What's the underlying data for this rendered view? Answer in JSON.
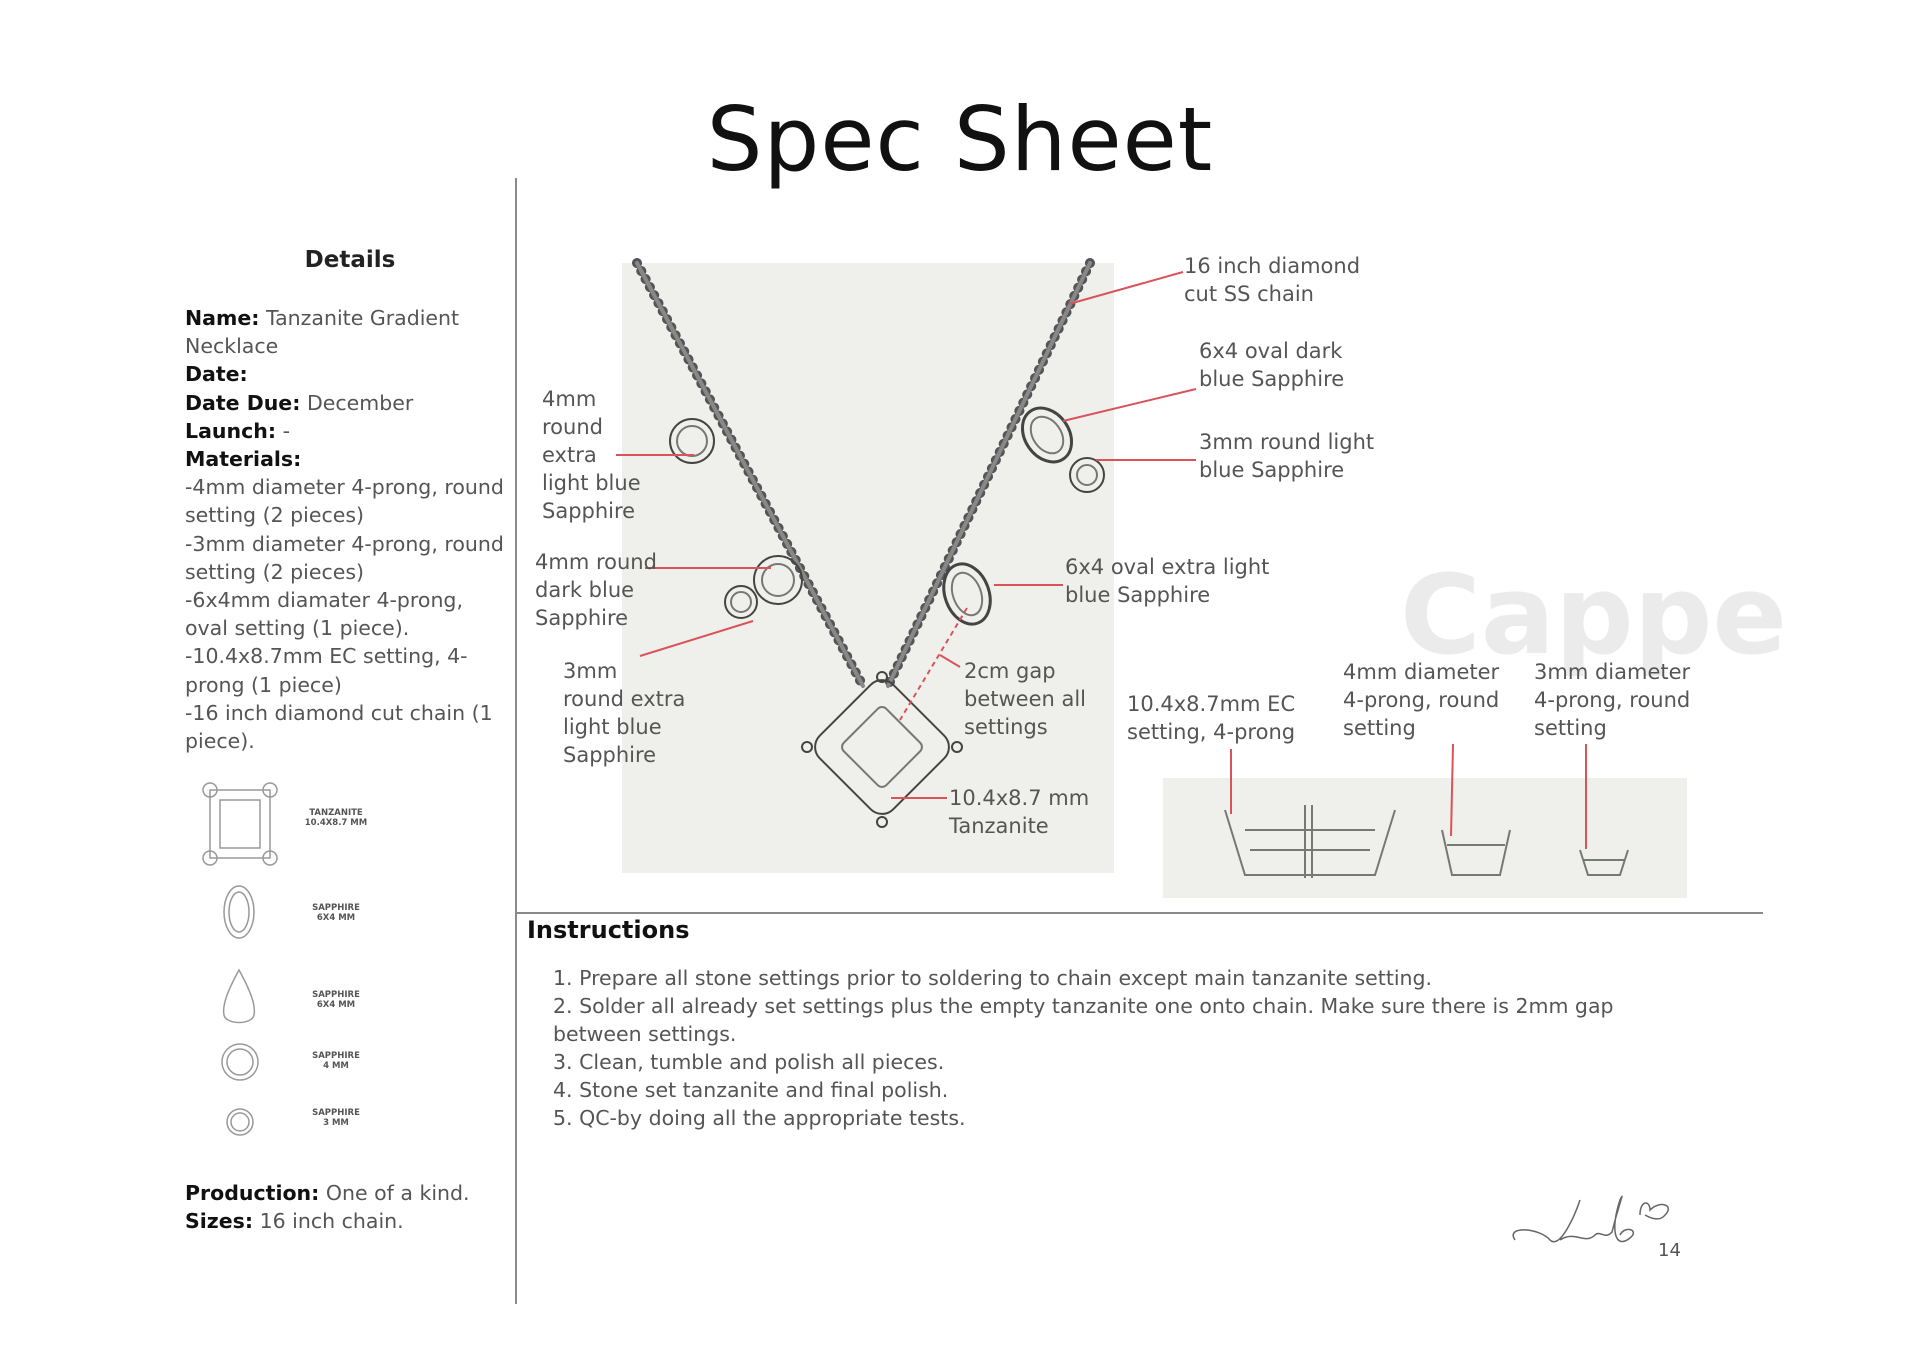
{
  "title": "Spec Sheet",
  "details": {
    "heading": "Details",
    "name_label": "Name:",
    "name_value": "Tanzanite Gradient Necklace",
    "date_label": "Date:",
    "date_value": "",
    "date_due_label": "Date Due:",
    "date_due_value": "December",
    "launch_label": "Launch:",
    "launch_value": "-",
    "materials_label": "Materials:",
    "materials": [
      "-4mm diameter 4-prong, round setting (2 pieces)",
      "-3mm diameter 4-prong, round setting (2 pieces)",
      "-6x4mm diamater 4-prong, oval setting (1 piece).",
      "-10.4x8.7mm EC setting, 4-prong (1 piece)",
      "-16 inch diamond cut chain (1 piece)."
    ],
    "stone_legend": [
      {
        "name": "TANZANITE",
        "size": "10.4X8.7 MM"
      },
      {
        "name": "SAPPHIRE",
        "size": "6X4 MM"
      },
      {
        "name": "SAPPHIRE",
        "size": "6X4 MM"
      },
      {
        "name": "SAPPHIRE",
        "size": "4 MM"
      },
      {
        "name": "SAPPHIRE",
        "size": "3 MM"
      }
    ],
    "production_label": "Production:",
    "production_value": "One of a kind.",
    "sizes_label": "Sizes:",
    "sizes_value": "16 inch chain."
  },
  "callouts": {
    "chain": "16 inch diamond\ncut SS chain",
    "oval_dark": "6x4 oval dark\nblue Sapphire",
    "round3_light": "3mm round light\nblue Sapphire",
    "oval_extra_light": "6x4 oval extra light\nblue Sapphire",
    "round4_extra_light": "4mm\nround\nextra\nlight blue\nSapphire",
    "round4_dark": "4mm round\ndark blue\nSapphire",
    "round3_extra_light": "3mm\nround extra\nlight blue\nSapphire",
    "gap": "2cm gap\nbetween all\nsettings",
    "tanzanite": "10.4x8.7 mm\nTanzanite",
    "ec_setting": "10.4x8.7mm EC\nsetting, 4-prong",
    "setting_4mm": "4mm diameter\n4-prong, round\nsetting",
    "setting_3mm": "3mm diameter\n4-prong, round\nsetting"
  },
  "instructions": {
    "heading": "Instructions",
    "steps": [
      "1. Prepare all stone settings prior to soldering to chain except main tanzanite setting.",
      "2. Solder all already set settings plus the empty tanzanite one onto chain. Make sure there is 2mm gap between settings.",
      "3. Clean, tumble and polish all pieces.",
      "4. Stone set tanzanite and final polish.",
      "5. QC-by doing all the appropriate tests."
    ]
  },
  "watermark": "Cappe",
  "signature": "LaLB",
  "page_number": "14",
  "colors": {
    "callout_line": "#d9535a",
    "drawing_bg": "#efefeb",
    "text": "#555555"
  }
}
